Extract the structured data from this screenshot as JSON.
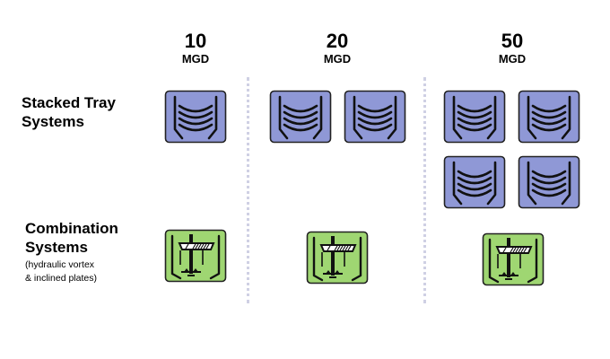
{
  "columns": [
    {
      "value": "10",
      "unit": "MGD"
    },
    {
      "value": "20",
      "unit": "MGD"
    },
    {
      "value": "50",
      "unit": "MGD"
    }
  ],
  "rows": {
    "stacked": {
      "line1": "Stacked Tray",
      "line2": "Systems"
    },
    "combination": {
      "line1": "Combination",
      "line2": "Systems",
      "note1": "(hydraulic vortex",
      "note2": "& inclined plates)"
    }
  },
  "colors": {
    "tray_fill": "#8f98d6",
    "combo_fill": "#9fd672",
    "outline": "#222222",
    "divider": "#cfd0e4"
  },
  "icons": {
    "tray": "stacked-tray-icon",
    "combo": "combination-system-icon"
  }
}
